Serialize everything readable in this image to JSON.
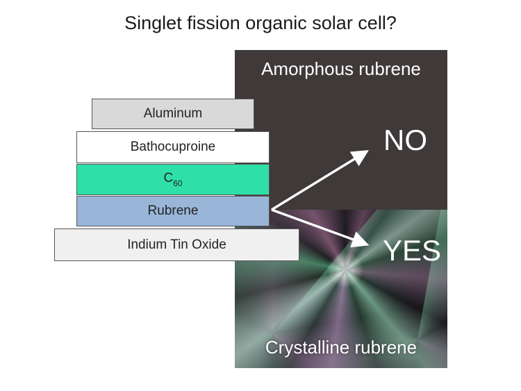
{
  "title": "Singlet fission organic solar cell?",
  "layers": {
    "aluminum": "Aluminum",
    "bathocuproine": "Bathocuproine",
    "c60_base": "C",
    "c60_sub": "60",
    "rubrene": "Rubrene",
    "ito": "Indium Tin Oxide"
  },
  "panels": {
    "amorphous": "Amorphous rubrene",
    "crystalline": "Crystalline rubrene"
  },
  "outcomes": {
    "no": "NO",
    "yes": "YES"
  },
  "colors": {
    "aluminum": "#d9d9d9",
    "c60": "#2ee0a8",
    "rubrene": "#99b6d8",
    "amorphous_panel": "#3f3a39"
  }
}
